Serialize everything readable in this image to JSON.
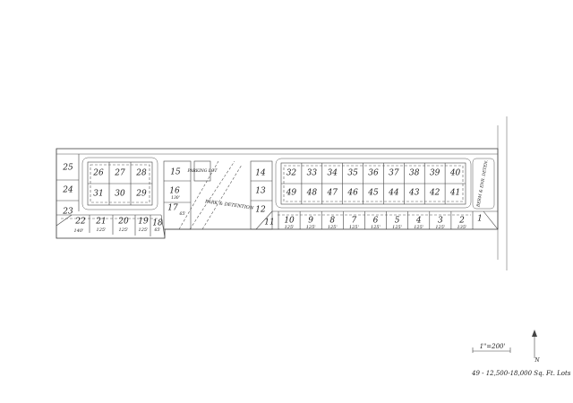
{
  "plat": {
    "lots_top_left_block": [
      "26",
      "27",
      "28"
    ],
    "lots_bottom_left_block": [
      "31",
      "30",
      "29"
    ],
    "lots_left_edge": [
      "25",
      "24",
      "23"
    ],
    "lot_15": "15",
    "lot_16": "16",
    "lot_16_dim": "130'",
    "lot_17": "17",
    "lot_17_dim": "65'",
    "lot_18": "18",
    "lot_18_dim": "65'",
    "lot_14": "14",
    "lot_13": "13",
    "lot_12": "12",
    "lot_11": "11",
    "parking_lot_label": "PARKING LOT",
    "park_label": "PARK & DETENTION",
    "bottom_left_lots": [
      {
        "num": "22",
        "dim": "140'"
      },
      {
        "num": "21",
        "dim": "125'"
      },
      {
        "num": "20",
        "dim": "125'"
      },
      {
        "num": "19",
        "dim": "125'"
      }
    ],
    "right_top_lots": [
      "32",
      "33",
      "34",
      "35",
      "36",
      "37",
      "38",
      "39",
      "40"
    ],
    "right_bottom_lots": [
      "49",
      "48",
      "47",
      "46",
      "45",
      "44",
      "43",
      "42",
      "41"
    ],
    "bottom_right_lots": [
      {
        "num": "10",
        "dim": "125'"
      },
      {
        "num": "9",
        "dim": "125'"
      },
      {
        "num": "8",
        "dim": "125'"
      },
      {
        "num": "7",
        "dim": "125'"
      },
      {
        "num": "6",
        "dim": "125'"
      },
      {
        "num": "5",
        "dim": "125'"
      },
      {
        "num": "4",
        "dim": "125'"
      },
      {
        "num": "3",
        "dim": "125'"
      },
      {
        "num": "2",
        "dim": "135'"
      }
    ],
    "lot_1": "1",
    "berm_label": "BERM & ENR. DETEN.",
    "scale_label": "1\"=200'",
    "north_label": "N",
    "summary_label": "49 - 12,500-18,000 Sq. Ft. Lots"
  }
}
